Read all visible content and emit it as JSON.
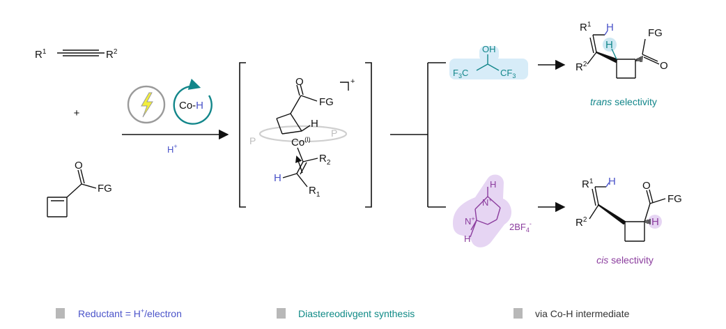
{
  "reactants": {
    "alkyne": {
      "r1": "R",
      "r1_num": "1",
      "r2": "R",
      "r2_num": "2"
    },
    "plus": "+",
    "cyclobutene": {
      "o": "O",
      "fg": "FG"
    }
  },
  "conditions": {
    "coh": "Co-H",
    "proton": "H",
    "proton_sup": "+"
  },
  "intermediate": {
    "charge": "+",
    "o": "O",
    "fg": "FG",
    "h": "H",
    "p_left": "P",
    "p_right": "P",
    "co": "Co",
    "co_ox": "(I)",
    "r2": "R",
    "r2_sub": "2",
    "h_vinyl": "H",
    "r1": "R",
    "r1_sub": "1"
  },
  "upper_branch": {
    "additive": {
      "oh": "OH",
      "cf3_left": "F",
      "cf3_left_sub": "3",
      "cf3_left_c": "C",
      "cf3_right": "CF",
      "cf3_right_sub": "3"
    },
    "product": {
      "r1": "R",
      "r1_num": "1",
      "h_vinyl": "H",
      "h_ring": "H",
      "fg": "FG",
      "o": "O",
      "r2": "R",
      "r2_num": "2"
    },
    "label_italic": "trans",
    "label_rest": " selectivity"
  },
  "lower_branch": {
    "additive": {
      "h_top": "H",
      "n_top": "N",
      "n_sup": "+",
      "n_bottom": "N",
      "h_bottom": "H",
      "salt": "2BF",
      "salt_sub": "4",
      "salt_sup": "-"
    },
    "product": {
      "r1": "R",
      "r1_num": "1",
      "h_vinyl": "H",
      "o": "O",
      "fg": "FG",
      "r2": "R",
      "r2_num": "2",
      "h_ring": "H"
    },
    "label_italic": "cis",
    "label_rest": " selectivity"
  },
  "legend": [
    {
      "label": "Reductant = H",
      "sup": "+",
      "rest": "/electron",
      "color": "#4a53c9"
    },
    {
      "label": "Diastereodivgent synthesis",
      "sup": "",
      "rest": "",
      "color": "#0f8a86"
    },
    {
      "label": "via Co-H intermediate",
      "sup": "",
      "rest": "",
      "color": "#333333"
    }
  ],
  "colors": {
    "blue": "#4a53c9",
    "teal": "#12868a",
    "purple": "#8b3d9e",
    "hfip_bg": "#d7ecf8",
    "dabco_bg": "#e6d5f3",
    "bolt": "#f2ee3b",
    "grey_circle": "#9a9a9a",
    "legend_square": "#b8b8b8"
  },
  "icons": [
    "lightning-bolt-icon",
    "cycle-arrow-icon"
  ]
}
